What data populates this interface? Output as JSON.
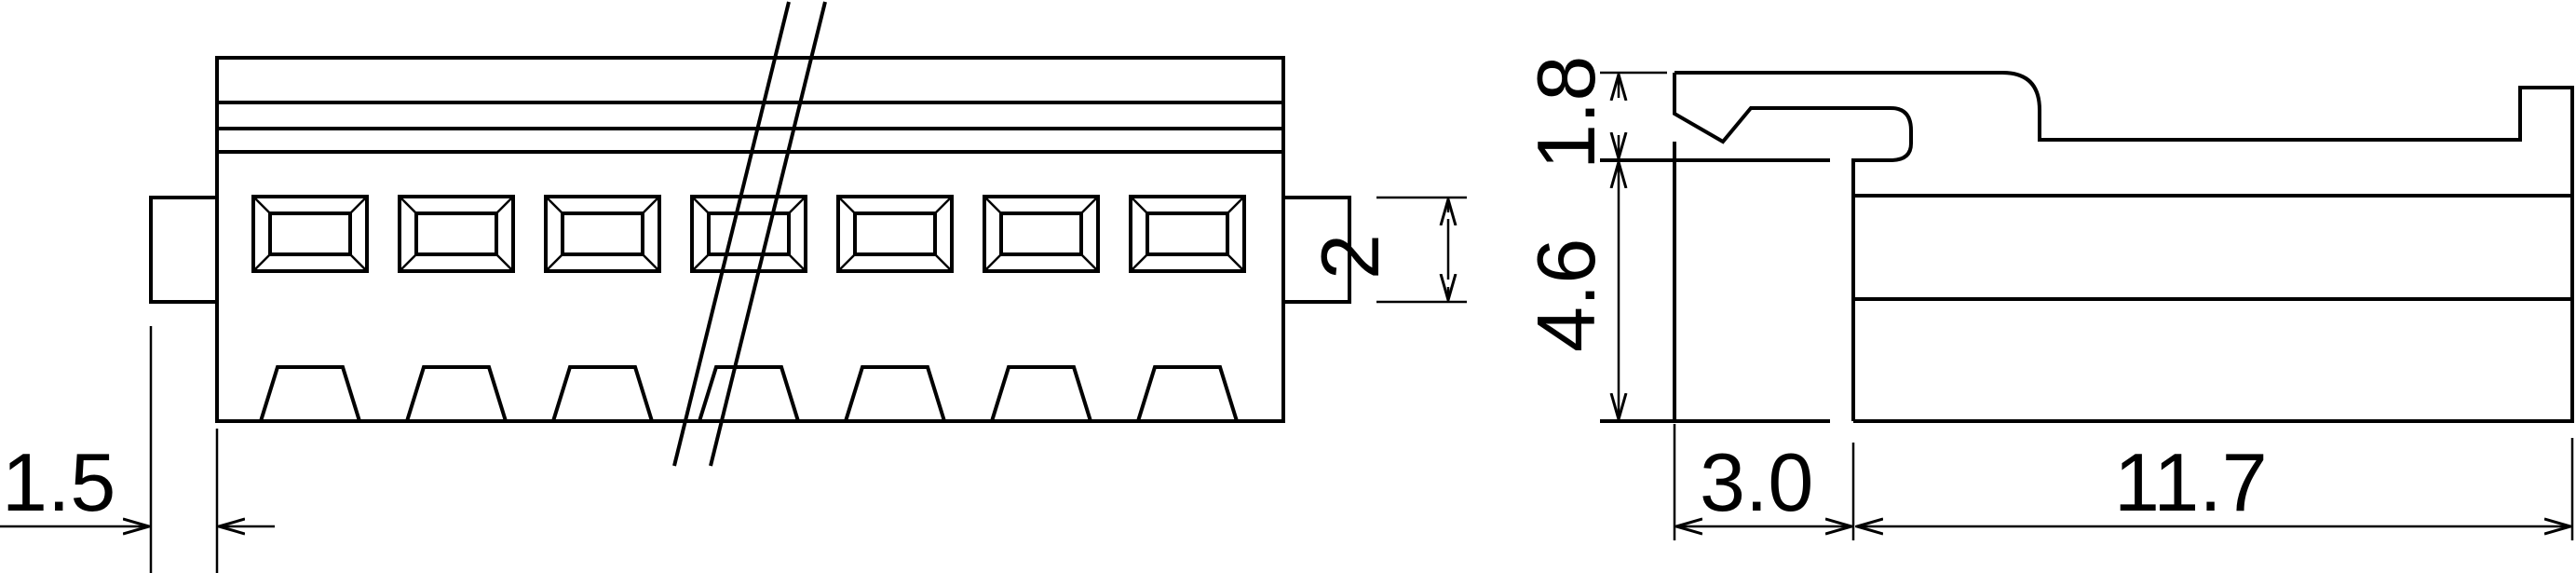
{
  "dimensions": {
    "left_flange_width": "1.5",
    "slot_height": "2",
    "top_lip_height": "1.8",
    "body_height": "4.6",
    "side_depth": "3.0",
    "side_length": "11.7"
  },
  "front_view": {
    "pin_positions": 7
  }
}
